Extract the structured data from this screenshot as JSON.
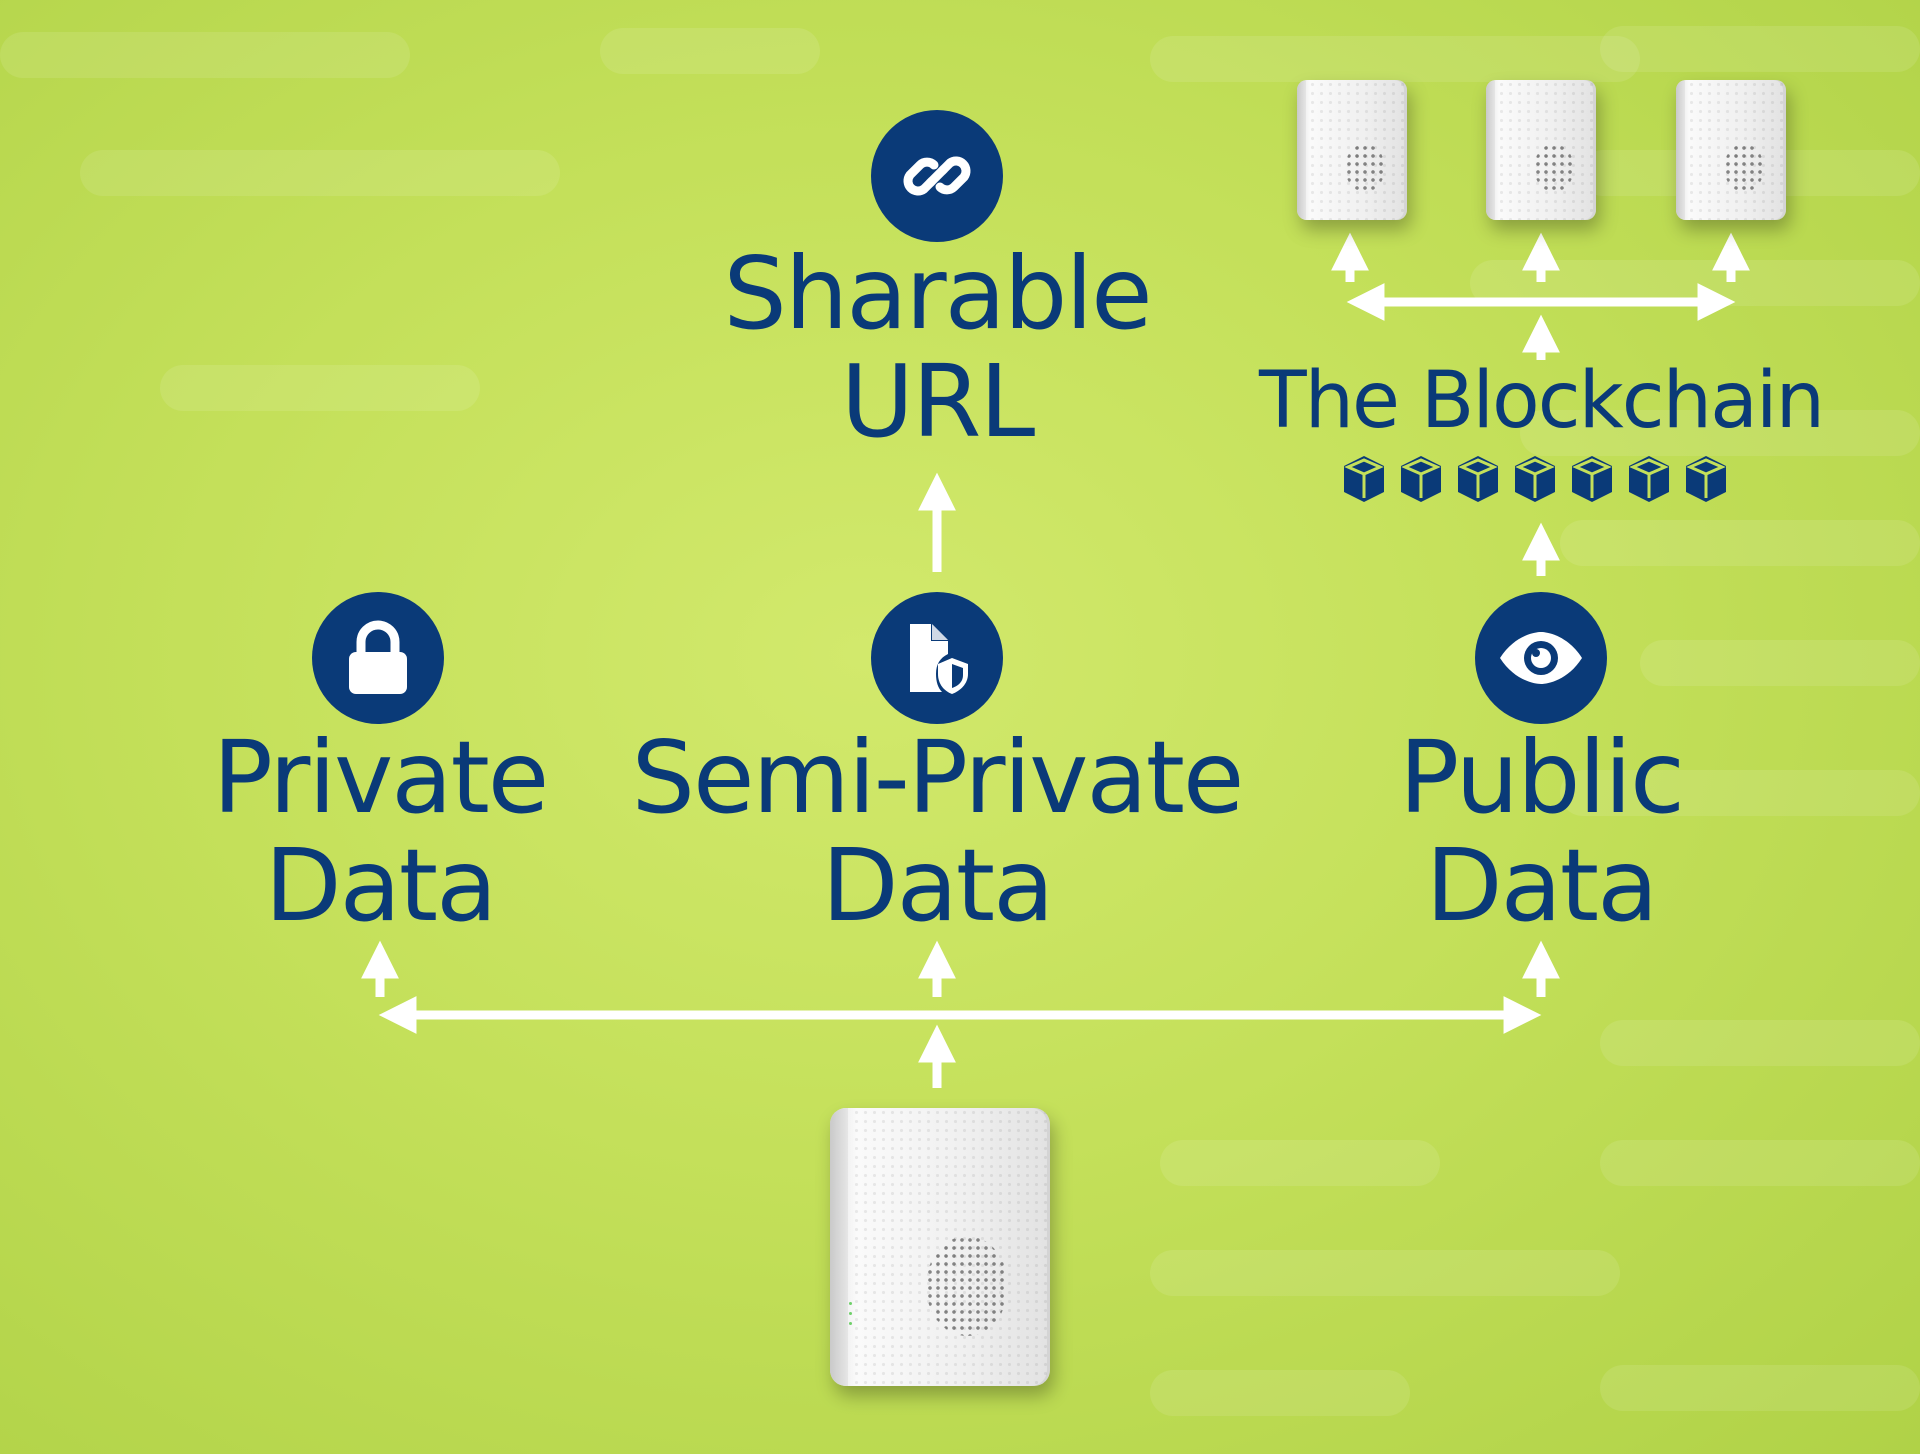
{
  "diagram": {
    "nodes": [
      {
        "id": "private",
        "label_lines": [
          "Private",
          "Data"
        ],
        "icon": "lock-icon"
      },
      {
        "id": "semi_private",
        "label_lines": [
          "Semi-Private",
          "Data"
        ],
        "icon": "document-shield-icon"
      },
      {
        "id": "public",
        "label_lines": [
          "Public",
          "Data"
        ],
        "icon": "eye-icon"
      },
      {
        "id": "sharable_url",
        "label_lines": [
          "Sharable",
          "URL"
        ],
        "icon": "link-icon"
      },
      {
        "id": "blockchain",
        "label_lines": [
          "The Blockchain"
        ],
        "icon": "blocks-chain-icon"
      }
    ],
    "devices": [
      {
        "id": "source_device",
        "icon": "hub-device-icon"
      },
      {
        "id": "node_device_1",
        "icon": "hub-device-icon"
      },
      {
        "id": "node_device_2",
        "icon": "hub-device-icon"
      },
      {
        "id": "node_device_3",
        "icon": "hub-device-icon"
      }
    ],
    "edges": [
      {
        "from": "source_device",
        "to": "private"
      },
      {
        "from": "source_device",
        "to": "semi_private"
      },
      {
        "from": "source_device",
        "to": "public"
      },
      {
        "from": "semi_private",
        "to": "sharable_url"
      },
      {
        "from": "public",
        "to": "blockchain"
      },
      {
        "from": "blockchain",
        "to": "node_device_1"
      },
      {
        "from": "blockchain",
        "to": "node_device_2"
      },
      {
        "from": "blockchain",
        "to": "node_device_3"
      }
    ]
  },
  "colors": {
    "label": "#0a3a78",
    "icon_circle": "#0a3a78",
    "arrow": "#ffffff",
    "background": "#c4e05a"
  }
}
